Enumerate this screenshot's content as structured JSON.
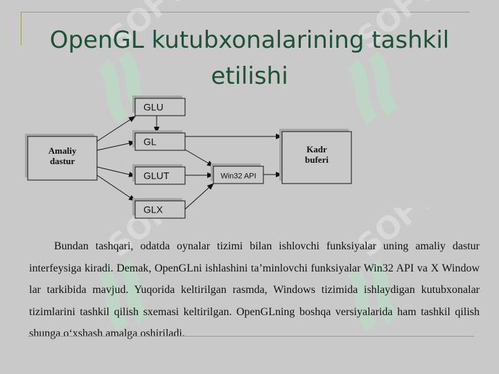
{
  "slide": {
    "title": "OpenGL kutubxonalarining tashkil etilishi",
    "watermark_text": "SOFT",
    "watermark_icon": "leaf-logo"
  },
  "diagram": {
    "boxes": {
      "app": "Amaliy\ndastur",
      "glu": "GLU",
      "gl": "GL",
      "glut": "GLUT",
      "glx": "GLX",
      "win32": "Win32 API",
      "frame": "Kadr\nbuferi"
    },
    "connections": [
      {
        "from": "app",
        "to": "glu"
      },
      {
        "from": "app",
        "to": "gl"
      },
      {
        "from": "app",
        "to": "glut"
      },
      {
        "from": "app",
        "to": "glx"
      },
      {
        "from": "glu",
        "to": "gl"
      },
      {
        "from": "gl",
        "to": "frame"
      },
      {
        "from": "gl",
        "to": "win32"
      },
      {
        "from": "glut",
        "to": "win32"
      },
      {
        "from": "glx",
        "to": "win32"
      },
      {
        "from": "win32",
        "to": "frame"
      }
    ]
  },
  "paragraph": "Bundan tashqari, odatda oynalar tizimi bilan ishlovchi funksiyalar uning amaliy dastur interfeysiga kiradi. Demak, OpenGLni ishlashini ta’minlovchi funksiyalar Win32 API va X Window lar tarkibida mavjud. Yuqorida keltirilgan rasmda, Windows tizimida ishlaydigan kutubxonalar tizimlarini tashkil qilish sxemasi keltirilgan. OpenGLning boshqa versiyalarida ham tashkil qilish shunga o‘xshash amalga oshiriladi.",
  "colors": {
    "background": "#c9c9c9",
    "title": "#1c5236",
    "rule": "#a89a5a",
    "watermark_green": "#b6e2c4",
    "watermark_text": "#e6e6e6"
  }
}
